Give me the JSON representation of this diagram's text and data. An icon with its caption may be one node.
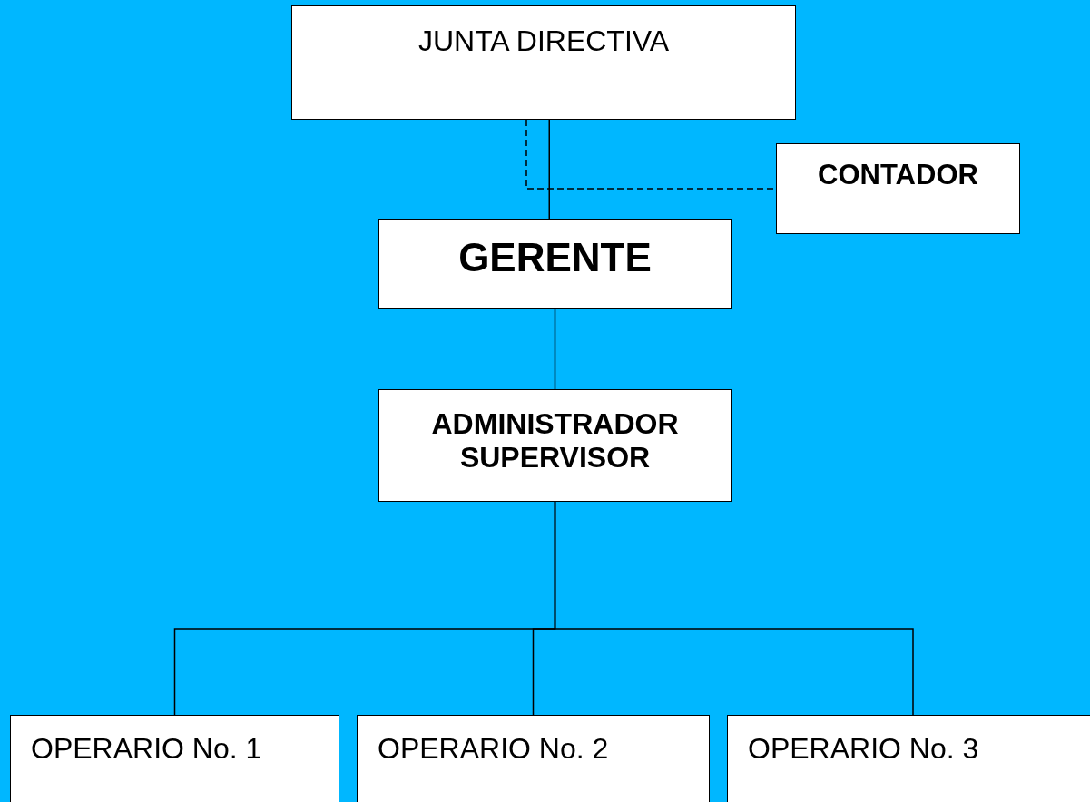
{
  "diagram": {
    "nodes": [
      {
        "text": [
          "JUNTA DIRECTIVA"
        ]
      },
      {
        "text": [
          "CONTADOR"
        ]
      },
      {
        "text": [
          "GERENTE"
        ]
      },
      {
        "text": [
          "ADMINISTRADOR SUPERVISOR"
        ]
      },
      {
        "text": [
          "OPERARIO No. 1"
        ]
      },
      {
        "text": [
          "OPERARIO No. 2"
        ]
      },
      {
        "text": [
          "OPERARIO No. 3"
        ]
      }
    ],
    "edges": [
      {
        "from": 0,
        "to": 2,
        "arrow": "none"
      },
      {
        "from": 0,
        "to": 1,
        "arrow": "none",
        "style": "dashed"
      },
      {
        "from": 2,
        "to": 3,
        "arrow": "none"
      },
      {
        "from": 3,
        "to": 4,
        "arrow": "none"
      },
      {
        "from": 3,
        "to": 5,
        "arrow": "none"
      },
      {
        "from": 3,
        "to": 6,
        "arrow": "none"
      }
    ]
  }
}
